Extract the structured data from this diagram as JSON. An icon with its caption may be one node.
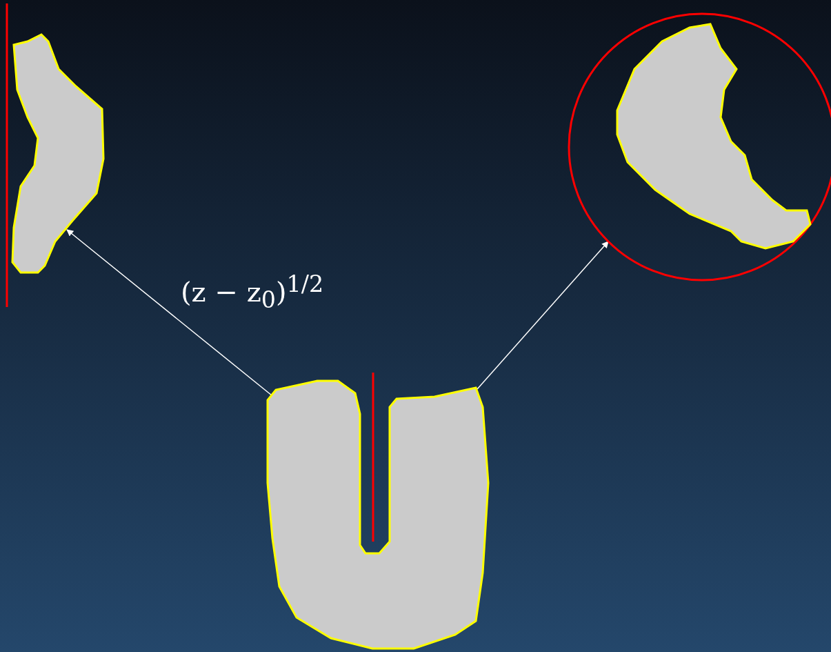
{
  "diagram": {
    "nodes": [
      {
        "text": [],
        "shape": "picture"
      },
      {
        "text": [],
        "shape": "picture"
      },
      {
        "text": [],
        "shape": "picture"
      }
    ],
    "edges": [
      {
        "from": 2,
        "to": 0,
        "arrow": "to",
        "label": "(z − z$_{0}$)$^{1/2}$"
      },
      {
        "from": 2,
        "to": 1,
        "arrow": "to"
      }
    ]
  }
}
